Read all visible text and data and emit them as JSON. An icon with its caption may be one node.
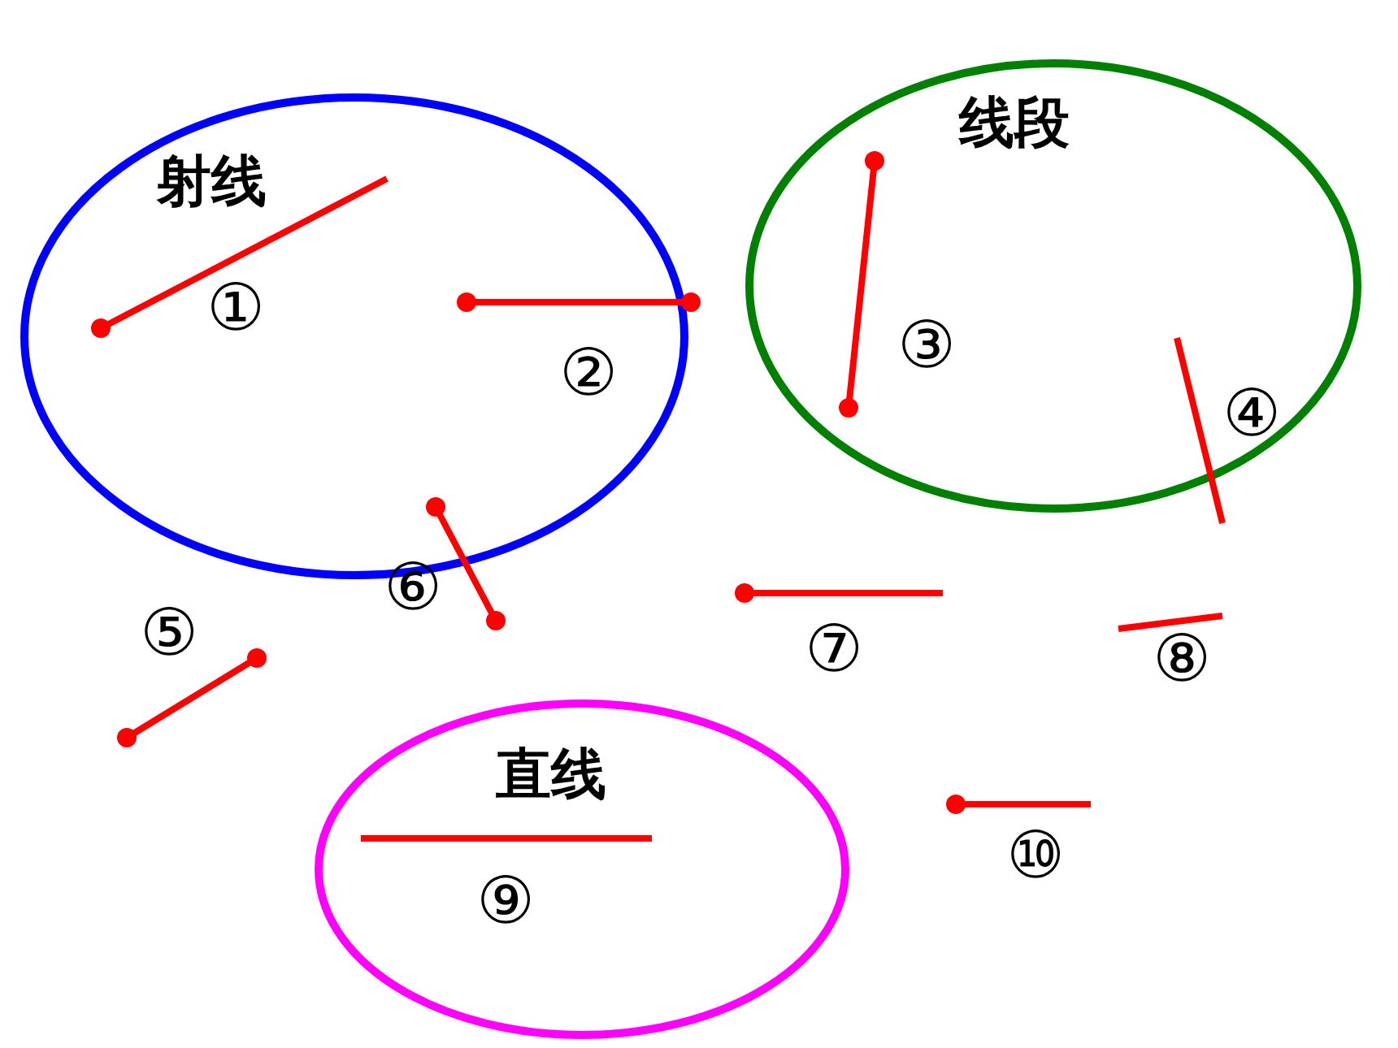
{
  "diagram": {
    "nodes": [
      {
        "text": [
          "射线"
        ]
      },
      {
        "text": [
          "①"
        ],
        "in": 0
      },
      {
        "text": [
          "②"
        ],
        "in": 0
      },
      {
        "text": [
          "线段"
        ]
      },
      {
        "text": [
          "③"
        ],
        "in": 3
      },
      {
        "text": [
          "④"
        ],
        "in": 3
      },
      {
        "text": [
          "⑤"
        ]
      },
      {
        "text": [
          "⑥"
        ]
      },
      {
        "text": [
          "⑦"
        ]
      },
      {
        "text": [
          "⑧"
        ]
      },
      {
        "text": [
          "直线"
        ]
      },
      {
        "text": [
          "⑨"
        ],
        "in": 10
      },
      {
        "text": [
          "⑩"
        ]
      }
    ]
  }
}
